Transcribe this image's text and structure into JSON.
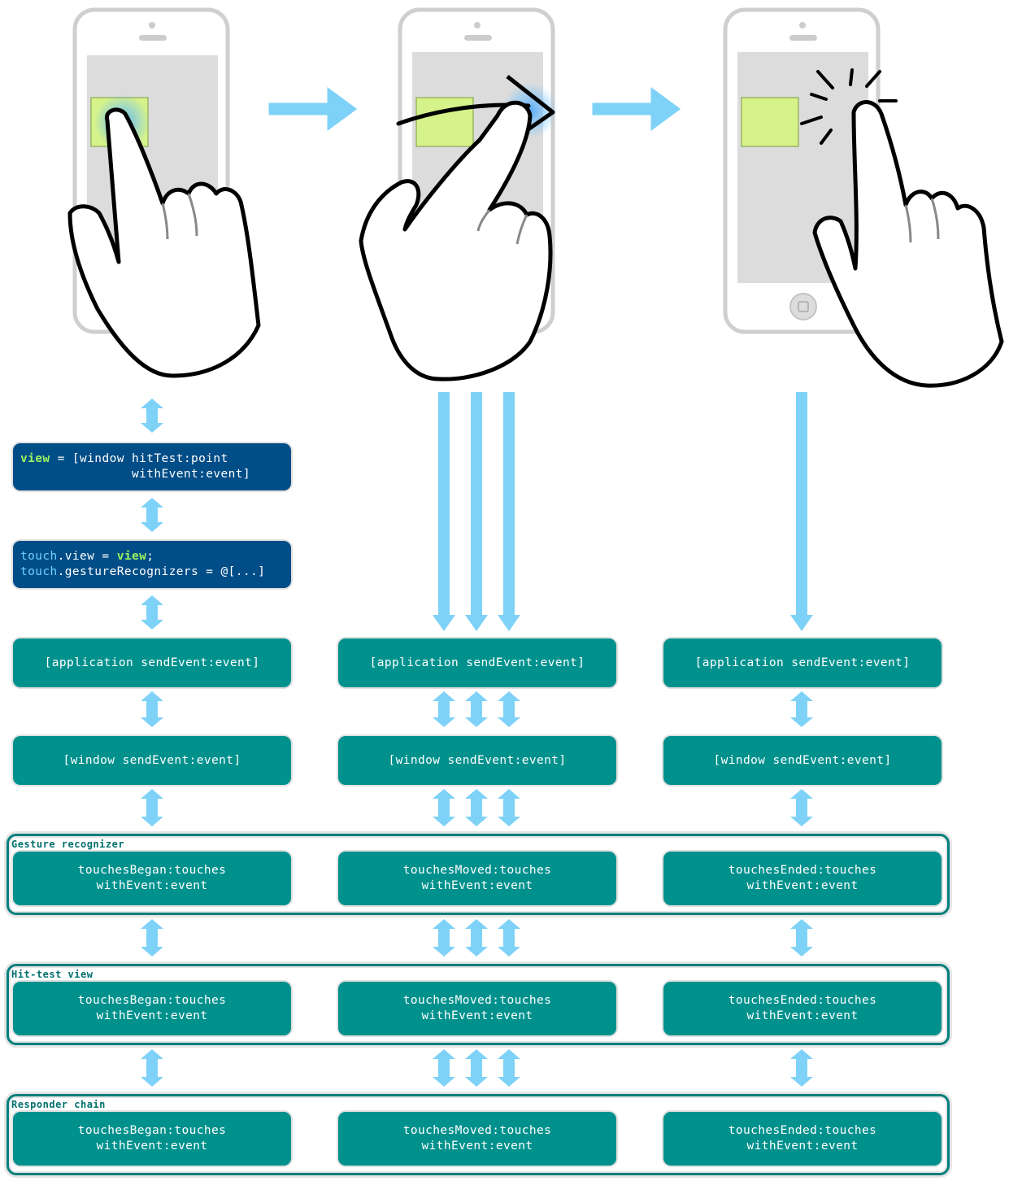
{
  "colors": {
    "box_fill": "#00918d",
    "code_box_fill": "#004d87",
    "keyword": "#9cf25e",
    "object_name": "#6fd3ff",
    "arrow": "#7fd2f7",
    "target_view": "#d6f28a",
    "screen": "#dcdcdc"
  },
  "icons": [
    "phone-icon",
    "hand-touch-icon",
    "hand-swipe-icon",
    "hand-release-icon",
    "arrow-right-icon",
    "arrow-down-icon"
  ],
  "code": {
    "hit_test": {
      "line1_kw": "view",
      "line1_rest": " = [window hitTest:point",
      "line2": "               withEvent:event]"
    },
    "assign": {
      "line1_obj": "touch",
      "line1_mid": ".view = ",
      "line1_kw": "view",
      "line1_end": ";",
      "line2_obj": "touch",
      "line2_rest": ".gestureRecognizers = @[...]"
    }
  },
  "columns": [
    {
      "app": "[application sendEvent:event]",
      "window": "[window sendEvent:event]",
      "phase": "touchesBegan:touches\nwithEvent:event"
    },
    {
      "app": "[application sendEvent:event]",
      "window": "[window sendEvent:event]",
      "phase": "touchesMoved:touches\nwithEvent:event"
    },
    {
      "app": "[application sendEvent:event]",
      "window": "[window sendEvent:event]",
      "phase": "touchesEnded:touches\nwithEvent:event"
    }
  ],
  "groups": [
    {
      "label": "Gesture recognizer"
    },
    {
      "label": "Hit-test view"
    },
    {
      "label": "Responder chain"
    }
  ]
}
